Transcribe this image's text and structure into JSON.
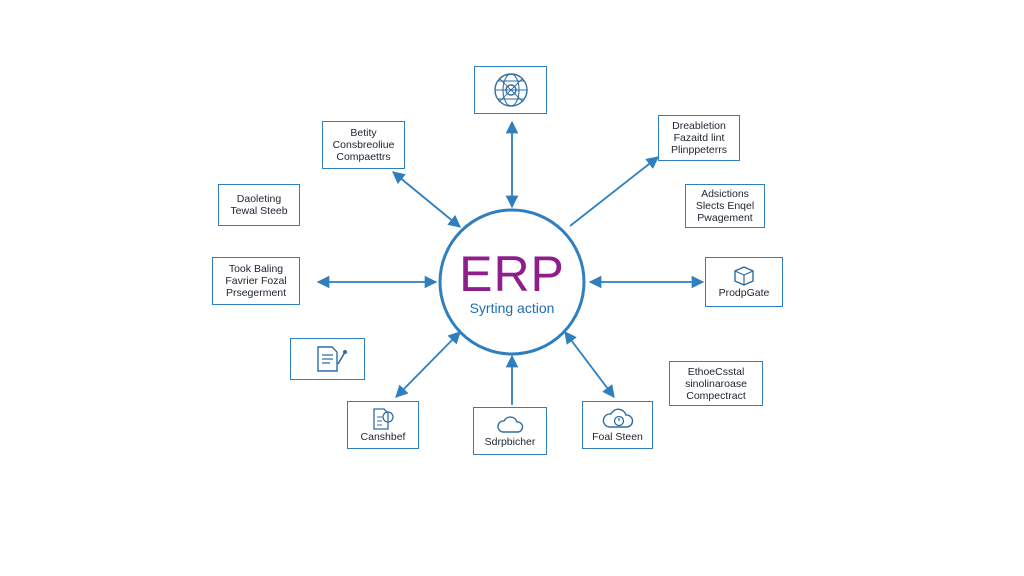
{
  "colors": {
    "hub_title": "#8e1e8c",
    "hub_subtitle": "#1b6fb5",
    "line": "#2f7fbf"
  },
  "hub": {
    "title": "ERP",
    "subtitle": "Syrting action"
  },
  "nodes": [
    {
      "id": "top",
      "label": "",
      "icon": "globe-network-icon"
    },
    {
      "id": "entity",
      "label": "Betity\nConsbreoliue\nCompaettrs",
      "icon": ""
    },
    {
      "id": "distribution",
      "label": "Dreabletion\nFazaitd lint\nPlinppeterrs",
      "icon": ""
    },
    {
      "id": "dasleting",
      "label": "Daoleting\nTewal Steeb",
      "icon": ""
    },
    {
      "id": "adaictions",
      "label": "Adsictions\nSlects Enqel\nPwagement",
      "icon": ""
    },
    {
      "id": "took-baling",
      "label": "Took Baling\nFavrier Fozal\nPrsegerment",
      "icon": ""
    },
    {
      "id": "prodpgate",
      "label": "ProdpGate",
      "icon": "cube-icon"
    },
    {
      "id": "document",
      "label": "",
      "icon": "document-edit-icon"
    },
    {
      "id": "ethicsental",
      "label": "EthoeCsstal\nsinolinaroase\nCompectract",
      "icon": ""
    },
    {
      "id": "canshibet",
      "label": "Canshbef",
      "icon": "document-search-icon"
    },
    {
      "id": "storpricher",
      "label": "Sdrpbicher",
      "icon": "cloud-icon"
    },
    {
      "id": "foal-steen",
      "label": "Foal Steen",
      "icon": "cloud-gauge-icon"
    }
  ]
}
